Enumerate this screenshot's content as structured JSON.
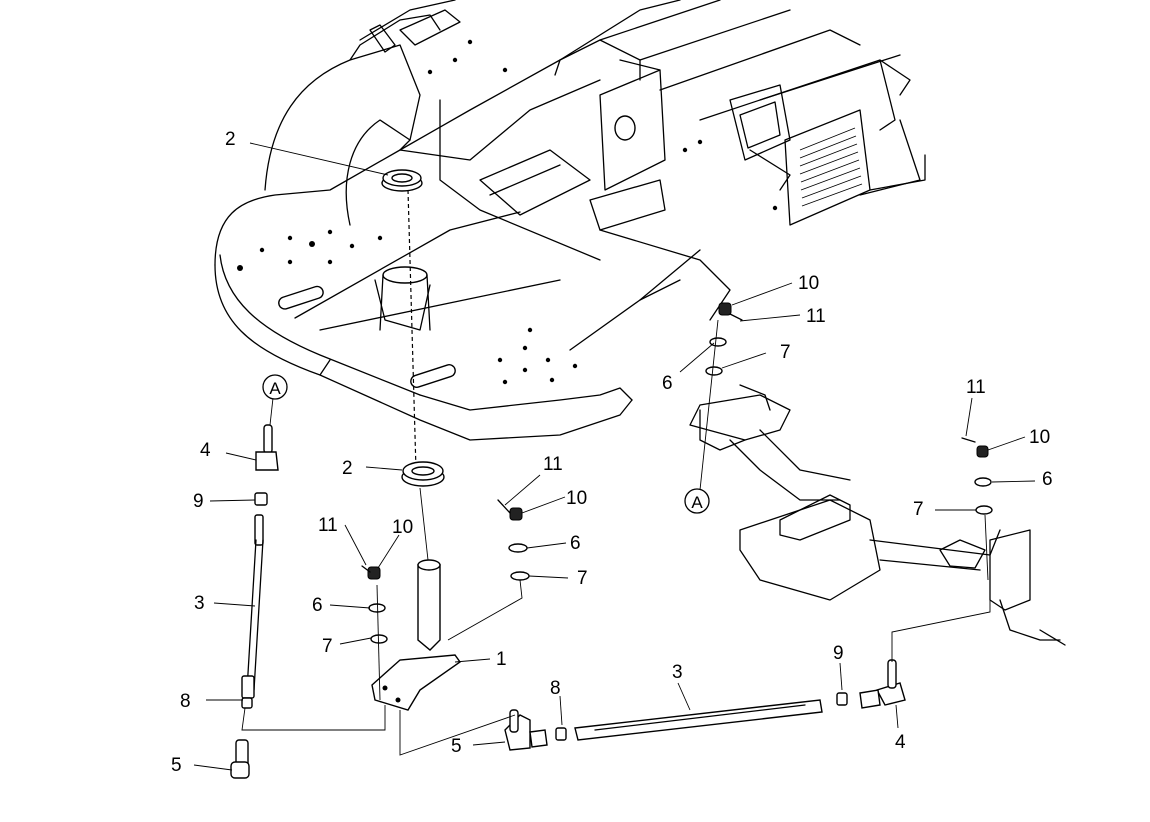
{
  "callouts": {
    "c1": "1",
    "c2a": "2",
    "c2b": "2",
    "c3a": "3",
    "c3b": "3",
    "c4a": "4",
    "c4b": "4",
    "c5a": "5",
    "c5b": "5",
    "c6a": "6",
    "c6b": "6",
    "c6c": "6",
    "c6d": "6",
    "c7a": "7",
    "c7b": "7",
    "c7c": "7",
    "c7d": "7",
    "c8a": "8",
    "c8b": "8",
    "c9a": "9",
    "c9b": "9",
    "c10a": "10",
    "c10b": "10",
    "c10c": "10",
    "c10d": "10",
    "c11a": "11",
    "c11b": "11",
    "c11c": "11",
    "c11d": "11",
    "refA1": "A",
    "refA2": "A"
  }
}
